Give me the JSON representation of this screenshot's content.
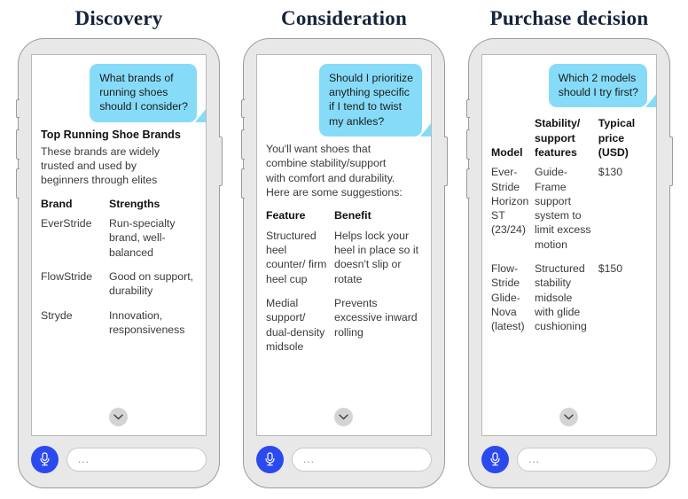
{
  "theme": {
    "page_bg": "#ffffff",
    "title_color": "#16233a",
    "bubble_blue": "#86dcf8",
    "mic_blue": "#2b4aee",
    "frame_gray": "#e8e8e8",
    "frame_border": "#9c9c9c",
    "chevron_gray": "#d4d4d4"
  },
  "composer": {
    "placeholder": "...",
    "mic_icon": "microphone-icon"
  },
  "scroll_icon": "chevron-down-icon",
  "panels": [
    {
      "title": "Discovery",
      "question": "What brands of\nrunning shoes\nshould I consider?",
      "heading": "Top Running Shoe Brands",
      "paragraph": "These brands are widely\ntrusted and used by\nbeginners through elites",
      "table": {
        "columns": [
          "Brand",
          "Strengths"
        ],
        "rows": [
          [
            "EverStride",
            "Run-specialty brand, well-balanced"
          ],
          [
            "FlowStride",
            "Good on support, durability"
          ],
          [
            "Stryde",
            "Innovation, responsiveness"
          ]
        ]
      }
    },
    {
      "title": "Consideration",
      "question": "Should I prioritize\nanything specific\nif I tend to twist\nmy ankles?",
      "heading": "",
      "paragraph": "You'll want shoes that\ncombine stability/support\nwith comfort and durability.\nHere are some suggestions:",
      "table": {
        "columns": [
          "Feature",
          "Benefit"
        ],
        "rows": [
          [
            "Structured heel counter/ firm heel cup",
            "Helps lock your heel in place so it doesn't slip or rotate"
          ],
          [
            "Medial support/ dual-density midsole",
            "Prevents excessive inward rolling"
          ]
        ]
      }
    },
    {
      "title": "Purchase decision",
      "question": "Which 2 models\nshould I try first?",
      "heading": "",
      "paragraph": "",
      "table": {
        "columns": [
          "Model",
          "Stability/ support features",
          "Typical price (USD)"
        ],
        "rows": [
          [
            "Ever-Stride Horizon ST (23/24)",
            "Guide-Frame support system to limit excess motion",
            "$130"
          ],
          [
            "Flow-Stride Glide-Nova (latest)",
            "Structured stability midsole with glide cushioning",
            "$150"
          ]
        ]
      }
    }
  ]
}
